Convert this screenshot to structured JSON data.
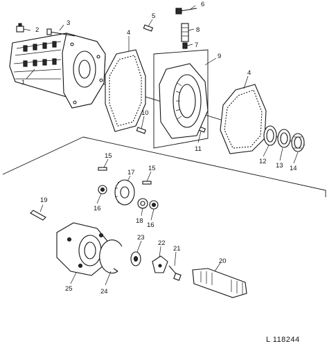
{
  "figure": {
    "reference": "L 118244",
    "callouts": [
      {
        "id": "c1",
        "label": "1"
      },
      {
        "id": "c2",
        "label": "2"
      },
      {
        "id": "c3",
        "label": "3"
      },
      {
        "id": "c4a",
        "label": "4"
      },
      {
        "id": "c4b",
        "label": "4"
      },
      {
        "id": "c5",
        "label": "5"
      },
      {
        "id": "c6",
        "label": "6"
      },
      {
        "id": "c7",
        "label": "7"
      },
      {
        "id": "c8",
        "label": "8"
      },
      {
        "id": "c9",
        "label": "9"
      },
      {
        "id": "c10",
        "label": "10"
      },
      {
        "id": "c11",
        "label": "11"
      },
      {
        "id": "c12",
        "label": "12"
      },
      {
        "id": "c13",
        "label": "13"
      },
      {
        "id": "c14",
        "label": "14"
      },
      {
        "id": "c15a",
        "label": "15"
      },
      {
        "id": "c15b",
        "label": "15"
      },
      {
        "id": "c16a",
        "label": "16"
      },
      {
        "id": "c16b",
        "label": "16"
      },
      {
        "id": "c17",
        "label": "17"
      },
      {
        "id": "c18",
        "label": "18"
      },
      {
        "id": "c19",
        "label": "19"
      },
      {
        "id": "c20",
        "label": "20"
      },
      {
        "id": "c21",
        "label": "21"
      },
      {
        "id": "c22",
        "label": "22"
      },
      {
        "id": "c23",
        "label": "23"
      },
      {
        "id": "c24",
        "label": "24"
      },
      {
        "id": "c25",
        "label": "25"
      }
    ]
  }
}
